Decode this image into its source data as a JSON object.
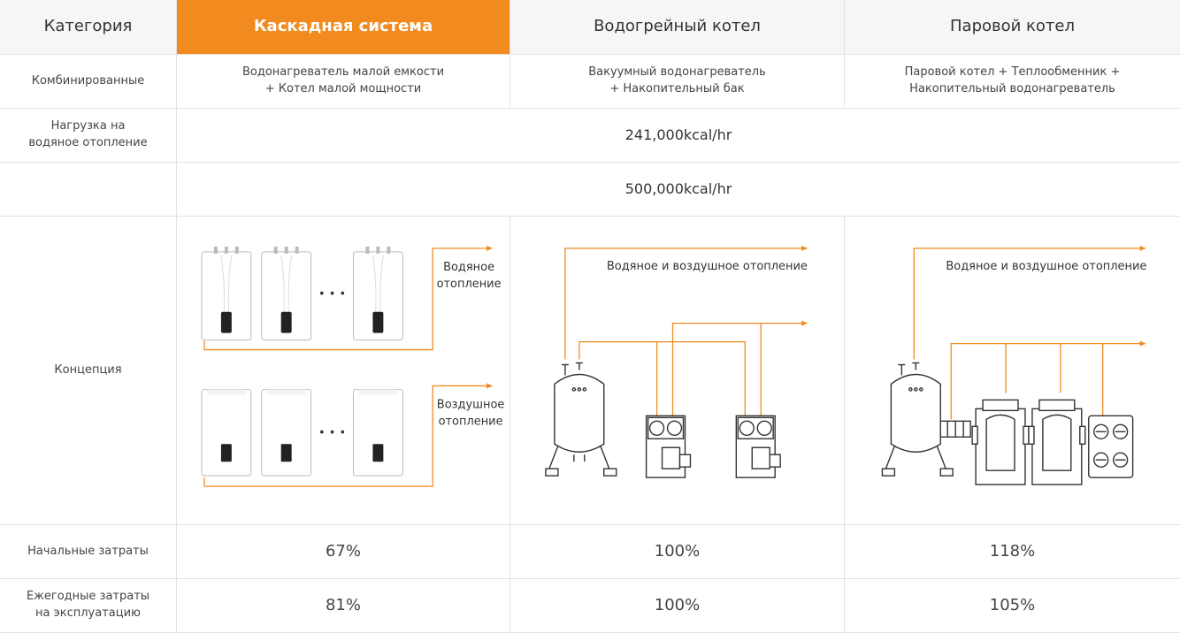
{
  "header": {
    "category": "Категория",
    "cascade": "Каскадная система",
    "water_boiler": "Водогрейный котел",
    "steam_boiler": "Паровой котел"
  },
  "rows": {
    "combined": {
      "label": "Комбинированные",
      "cascade": [
        "Водонагреватель малой емкости",
        "+ Котел малой мощности"
      ],
      "water_boiler": [
        "Вакуумный водонагреватель",
        "+ Накопительный бак"
      ],
      "steam_boiler": [
        "Паровой котел + Теплообменник +",
        "Накопительный водонагреватель"
      ]
    },
    "load": {
      "label": [
        "Нагрузка на",
        "водяное отопление"
      ],
      "value": "241,000kcal/hr"
    },
    "load2": {
      "label": "",
      "value": "500,000kcal/hr"
    },
    "concept": {
      "label": "Концепция",
      "cascade_water_label": [
        "Водяное",
        "отопление"
      ],
      "cascade_air_label": [
        "Воздушное",
        "отопление"
      ],
      "ellipsis": "• • •",
      "water_boiler_label": "Водяное и воздушное отопление",
      "steam_boiler_label": "Водяное и воздушное отопление"
    },
    "initial_cost": {
      "label": "Начальные затраты",
      "cascade": "67%",
      "water_boiler": "100%",
      "steam_boiler": "118%"
    },
    "annual_cost": {
      "label": [
        "Ежегодные затраты",
        "на эксплуатацию"
      ],
      "cascade": "81%",
      "water_boiler": "100%",
      "steam_boiler": "105%"
    }
  },
  "colors": {
    "accent": "#f28b1f",
    "header_bg": "#f6f6f6",
    "border": "#e2e2e2",
    "text": "#333333"
  }
}
